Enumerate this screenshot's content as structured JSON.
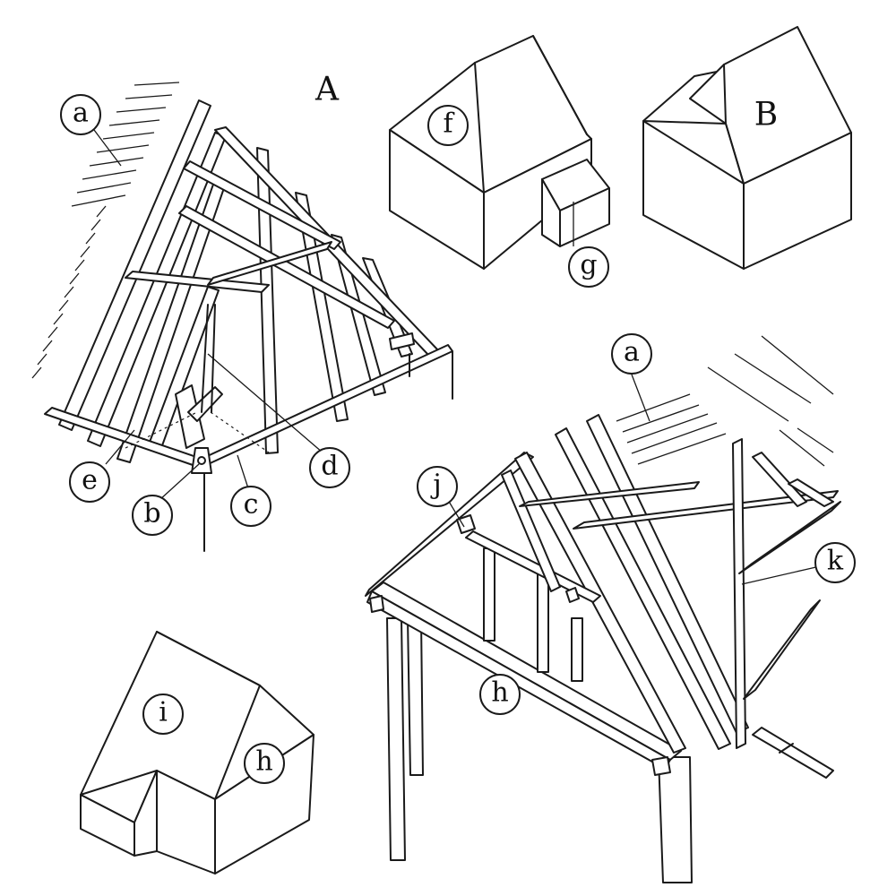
{
  "figure": {
    "big_labels": {
      "A": "A",
      "B": "B"
    },
    "callouts": {
      "a_top": "a",
      "a_right": "a",
      "b": "b",
      "c": "c",
      "d": "d",
      "e": "e",
      "f": "f",
      "g": "g",
      "h_frame": "h",
      "h_house": "h",
      "i": "i",
      "j": "j",
      "k": "k"
    }
  }
}
